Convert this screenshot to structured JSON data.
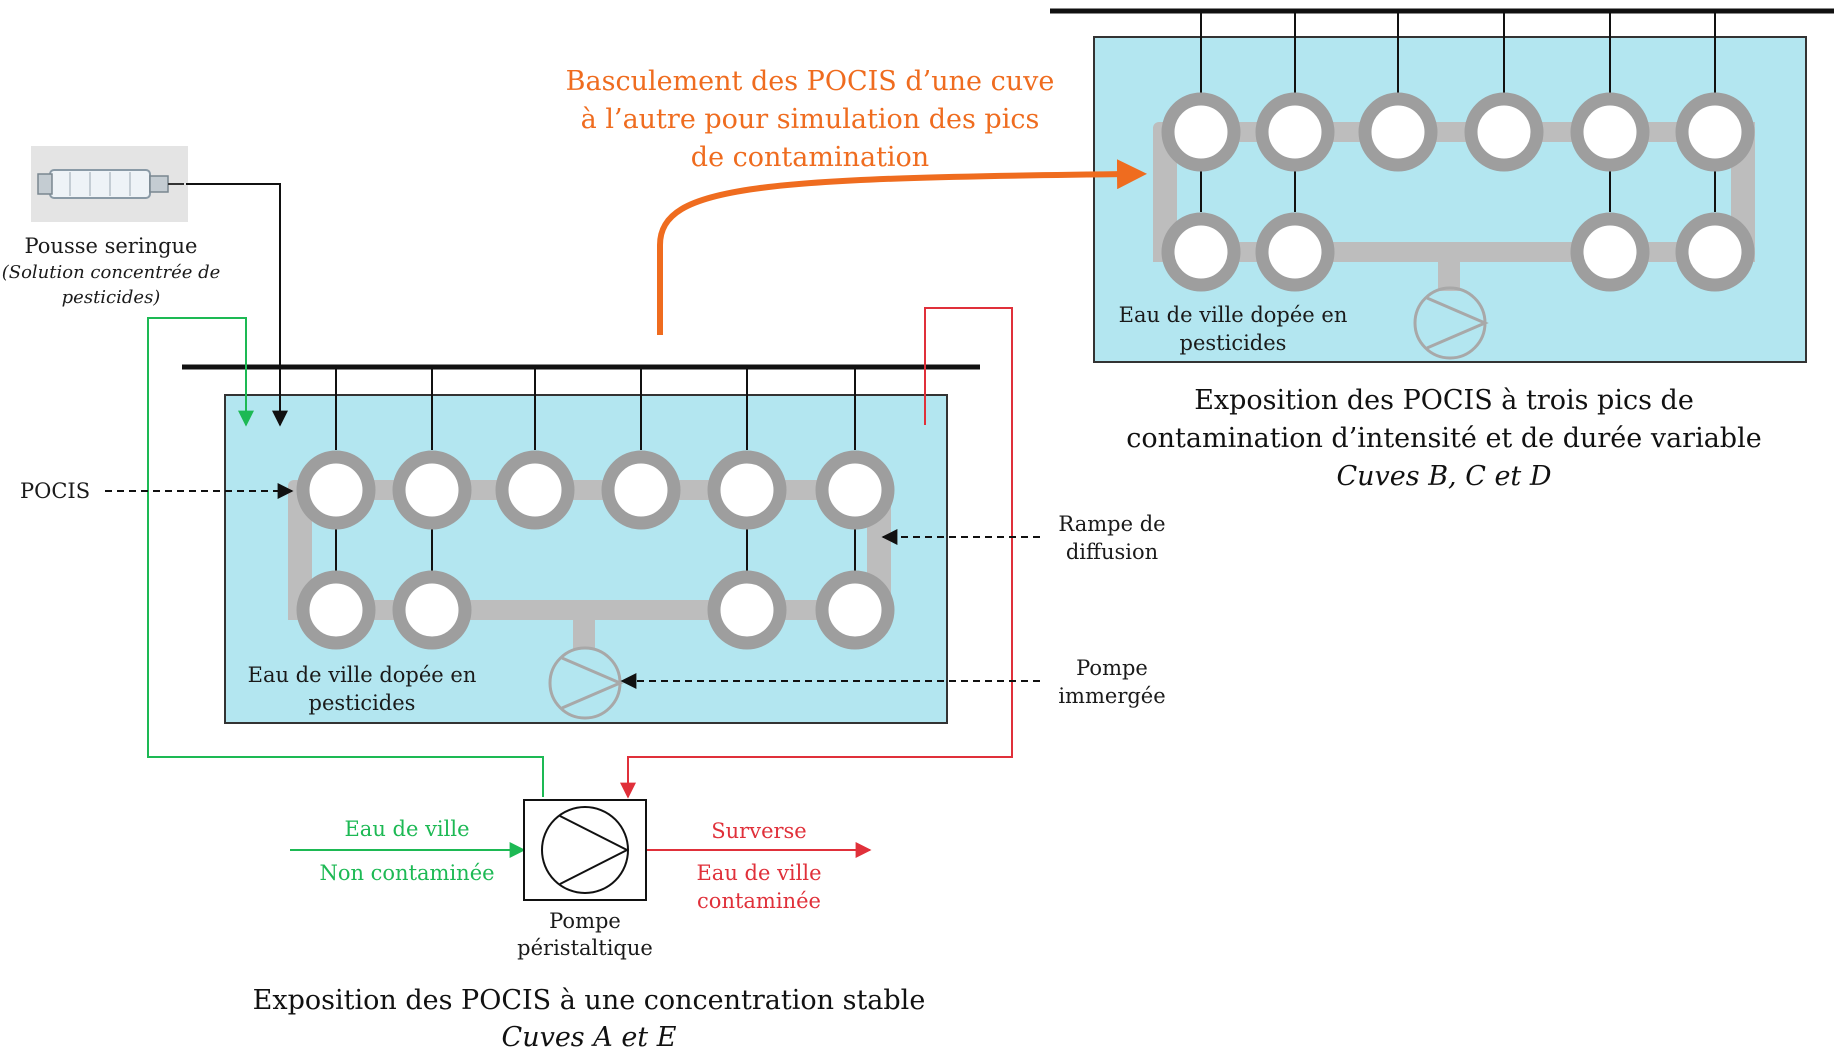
{
  "colors": {
    "water": "#b3e6f0",
    "tank_border": "#333333",
    "pipe": "#bdbdbd",
    "pocis_ring": "#9e9e9e",
    "green": "#1db954",
    "red": "#e0303a",
    "orange": "#ef6c1f",
    "black": "#111111"
  },
  "icons": {
    "syringe": "syringe-icon",
    "submersible_pump": "submersible-pump-icon",
    "peristaltic_pump": "peristaltic-pump-icon"
  },
  "transfer": {
    "line1": "Basculement des POCIS d’une cuve",
    "line2": "à l’autre pour simulation des pics",
    "line3": "de contamination"
  },
  "syringe": {
    "label": "Pousse seringue",
    "sub1": "(Solution concentrée de",
    "sub2": "pesticides)"
  },
  "labels": {
    "pocis": "POCIS",
    "ramp1": "Rampe de",
    "ramp2": "diffusion",
    "pump1": "Pompe",
    "pump2": "immergée"
  },
  "tank_main": {
    "water1": "Eau de ville dopée en",
    "water2": "pesticides"
  },
  "tank_right": {
    "water1": "Eau de ville dopée en",
    "water2": "pesticides"
  },
  "peristaltic": {
    "label1": "Pompe",
    "label2": "péristaltique",
    "in1": "Eau de ville",
    "in2": "Non contaminée",
    "out1": "Surverse",
    "out2": "Eau de ville",
    "out3": "contaminée"
  },
  "caption_main": {
    "line1": "Exposition des POCIS à une concentration stable",
    "line2": "Cuves A et E"
  },
  "caption_right": {
    "line1": "Exposition des POCIS à trois pics de",
    "line2": "contamination d’intensité et de durée variable",
    "line3": "Cuves B, C et D"
  }
}
